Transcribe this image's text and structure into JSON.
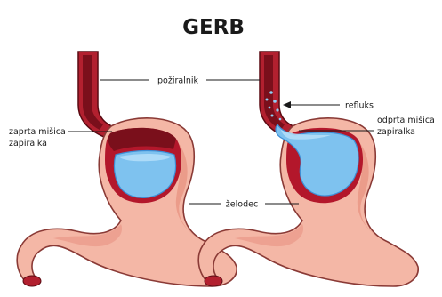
{
  "title": "GERB",
  "labels": {
    "esophagus": "požiralnik",
    "closed_sphincter_line1": "zaprta mišica",
    "closed_sphincter_line2": "zapiralka",
    "reflux": "refluks",
    "open_sphincter_line1": "odprta mišica",
    "open_sphincter_line2": "zapiralka",
    "stomach": "želodec"
  },
  "colors": {
    "stomach_fill": "#f4b7a6",
    "stomach_shade": "#e7907f",
    "stomach_outline": "#8a3a36",
    "esophagus_dark": "#7a0f1b",
    "esophagus_mid": "#b2202f",
    "inner_lining": "#b3172b",
    "acid": "#7ec2ef",
    "acid_dark": "#3d8fd6",
    "reflux_dots": "#8fd0f5"
  }
}
